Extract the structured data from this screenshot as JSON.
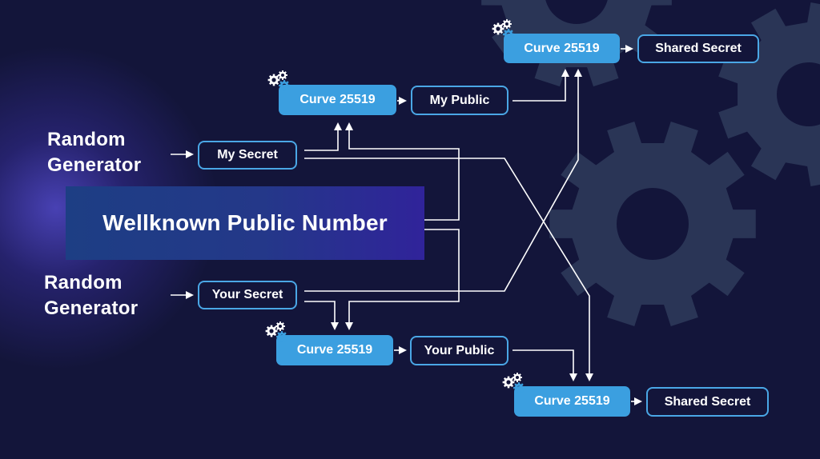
{
  "colors": {
    "background": "#13153a",
    "accent": "#3b9fe0",
    "outline": "#4aa7e6",
    "connector": "#ffffff",
    "banner": "#243889",
    "bg_gear": "#2a3556"
  },
  "icons": {
    "process": "gears-icon",
    "arrow": "arrow-right-icon"
  },
  "generators": {
    "top_label": "Random\nGenerator",
    "bottom_label": "Random\nGenerator"
  },
  "banner": {
    "label": "Wellknown Public Number"
  },
  "boxes": {
    "my_secret": "My Secret",
    "your_secret": "Your Secret",
    "curve_top": "Curve 25519",
    "my_public": "My Public",
    "curve_shared_top": "Curve 25519",
    "shared_secret_top": "Shared Secret",
    "curve_bottom": "Curve 25519",
    "your_public": "Your Public",
    "curve_shared_bottom": "Curve 25519",
    "shared_secret_bottom": "Shared Secret"
  }
}
